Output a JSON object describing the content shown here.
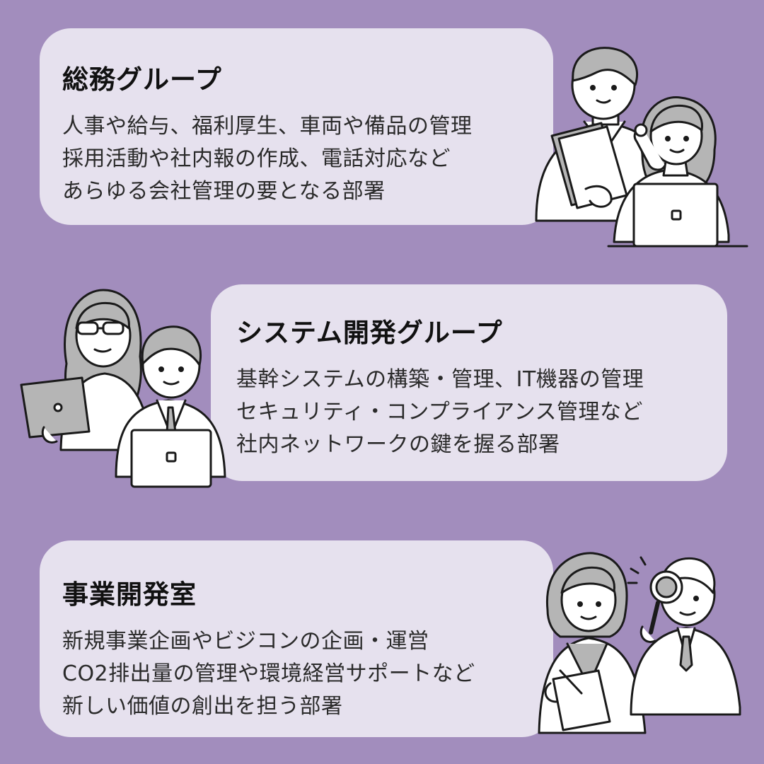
{
  "background_color": "#a28dbd",
  "card_color": "#e6e1ee",
  "sections": [
    {
      "title": "総務グループ",
      "lines": [
        "人事や給与、福利厚生、車両や備品の管理",
        "採用活動や社内報の作成、電話対応など",
        "あらゆる会社管理の要となる部署"
      ],
      "illustration": "office-workers-phone-laptop-illustration"
    },
    {
      "title": "システム開発グループ",
      "lines": [
        "基幹システムの構築・管理、IT機器の管理",
        "セキュリティ・コンプライアンス管理など",
        "社内ネットワークの鍵を握る部署"
      ],
      "illustration": "engineers-with-laptops-illustration"
    },
    {
      "title": "事業開発室",
      "lines": [
        "新規事業企画やビジコンの企画・運営",
        "CO2排出量の管理や環境経営サポートなど",
        "新しい価値の創出を担う部署"
      ],
      "illustration": "researchers-magnifier-notepad-illustration"
    }
  ]
}
